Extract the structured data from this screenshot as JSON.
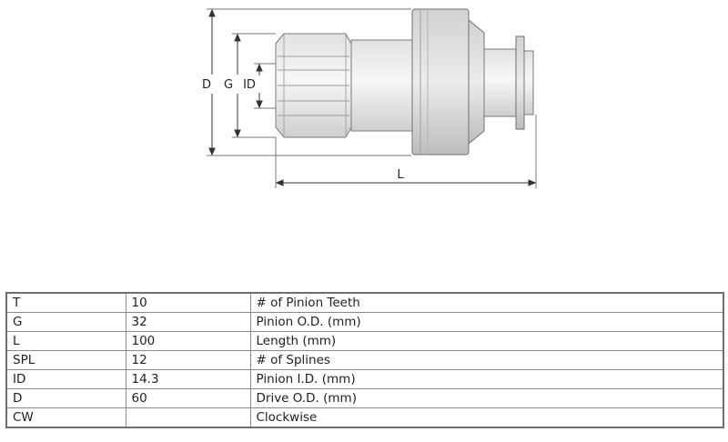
{
  "diagram": {
    "labels": {
      "d": "D",
      "g": "G",
      "id": "ID",
      "l": "L"
    }
  },
  "specs": [
    {
      "code": "T",
      "value": "10",
      "description": "# of Pinion Teeth"
    },
    {
      "code": "G",
      "value": "32",
      "description": "Pinion O.D. (mm)"
    },
    {
      "code": "L",
      "value": "100",
      "description": "Length (mm)"
    },
    {
      "code": "SPL",
      "value": "12",
      "description": "# of Splines"
    },
    {
      "code": "ID",
      "value": "14.3",
      "description": "Pinion I.D. (mm)"
    },
    {
      "code": "D",
      "value": "60",
      "description": "Drive O.D. (mm)"
    },
    {
      "code": "CW",
      "value": "",
      "description": "Clockwise"
    }
  ]
}
